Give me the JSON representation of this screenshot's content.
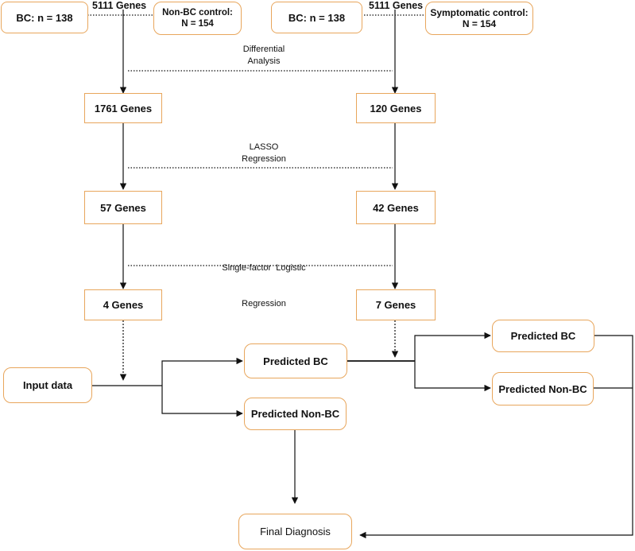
{
  "left_branch": {
    "cases": "BC: n = 138",
    "genes_total": "5111 Genes",
    "control_line1": "Non-BC control:",
    "control_line2": "N = 154",
    "step1": "1761 Genes",
    "step2": "57 Genes",
    "step3": "4 Genes"
  },
  "right_branch": {
    "cases": "BC: n = 138",
    "genes_total": "5111 Genes",
    "control_line1": "Symptomatic control:",
    "control_line2": "N = 154",
    "step1": "120 Genes",
    "step2": "42 Genes",
    "step3": "7 Genes"
  },
  "methods": {
    "differential_line1": "Differential",
    "differential_line2": "Analysis",
    "lasso_line1": "LASSO",
    "lasso_line2": "Regression",
    "logistic_line1": "Single-factor  Logistic",
    "logistic_line2": "Regression"
  },
  "prediction": {
    "input": "Input data",
    "predicted_bc_1": "Predicted BC",
    "predicted_nonbc_1": "Predicted Non-BC",
    "predicted_bc_2": "Predicted BC",
    "predicted_nonbc_2": "Predicted Non-BC",
    "final": "Final Diagnosis"
  },
  "colors": {
    "box_border": "#e8a65c",
    "line": "#111111"
  }
}
